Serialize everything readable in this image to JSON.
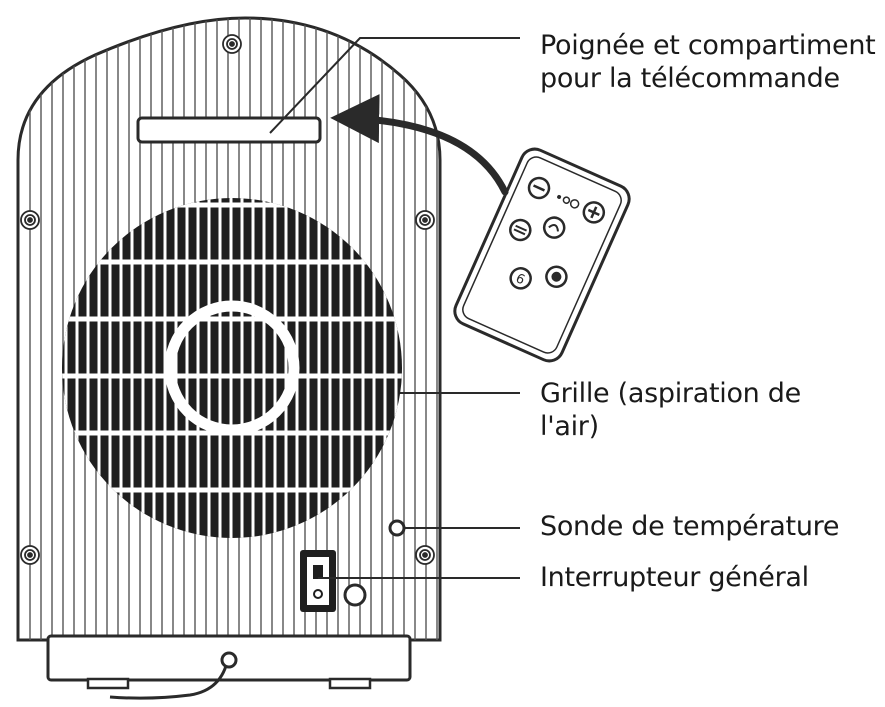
{
  "colors": {
    "line": "#2a2a2a",
    "fill_dark": "#1f1f1f",
    "background": "#ffffff",
    "text": "#1a1a1a"
  },
  "callouts": {
    "handle": {
      "line1": "Poignée et compartiment",
      "line2": "pour la télécommande"
    },
    "grille": {
      "line1": "Grille (aspiration de",
      "line2": "l'air)"
    },
    "sensor": {
      "line1": "Sonde de température"
    },
    "switch": {
      "line1": "Interrupteur général"
    }
  },
  "remote": {
    "buttons": [
      {
        "icon": "minus-icon"
      },
      {
        "icon": "level-icon"
      },
      {
        "icon": "plus-icon"
      },
      {
        "icon": "mode-icon"
      },
      {
        "icon": "oscillate-icon"
      },
      {
        "icon": "timer-icon"
      },
      {
        "icon": "power-icon"
      }
    ]
  }
}
